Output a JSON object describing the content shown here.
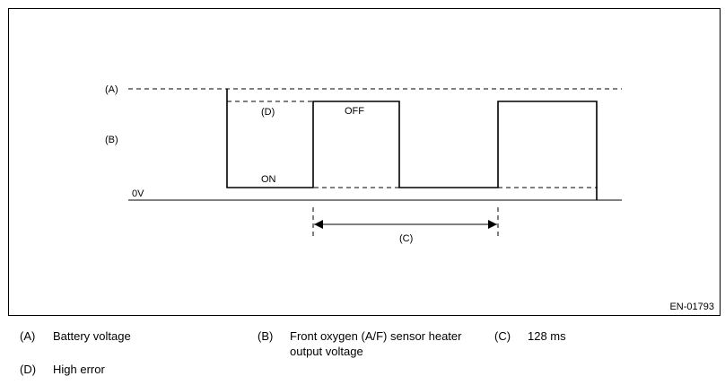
{
  "diagram": {
    "labels": {
      "a": "(A)",
      "b": "(B)",
      "d": "(D)",
      "c": "(C)",
      "zero": "0V",
      "off": "OFF",
      "on": "ON"
    },
    "figure_code": "EN-01793"
  },
  "legend": {
    "a_key": "(A)",
    "a_text": "Battery voltage",
    "b_key": "(B)",
    "b_text_line1": "Front oxygen (A/F) sensor heater",
    "b_text_line2": "output voltage",
    "c_key": "(C)",
    "c_text": "128 ms",
    "d_key": "(D)",
    "d_text": "High error"
  }
}
